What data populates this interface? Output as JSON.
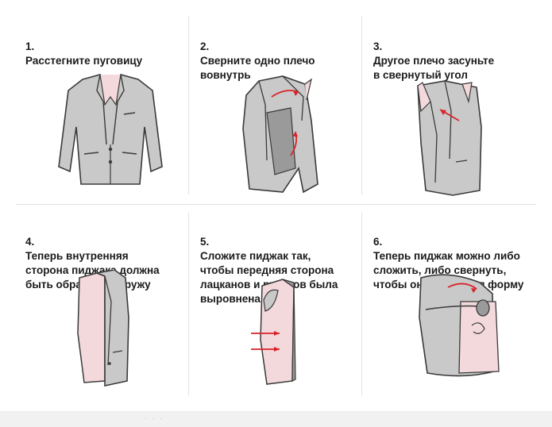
{
  "steps": [
    {
      "number": "1.",
      "text": "Расстегните пуговицу"
    },
    {
      "number": "2.",
      "text": "Сверните одно плечо\nвовнутрь"
    },
    {
      "number": "3.",
      "text": "Другое плечо засуньте\nв свернутый угол"
    },
    {
      "number": "4.",
      "text": "Теперь внутренняя\nсторона пиджака должна\nбыть обращена наружу"
    },
    {
      "number": "5.",
      "text": "Сложите пиджак так,\nчтобы передняя сторона\nлацканов и рукавов была\nвыровнена"
    },
    {
      "number": "6.",
      "text": "Теперь пиджак можно либо\nсложить, либо свернуть,\nчтобы он не потерял форму"
    }
  ],
  "footer": {
    "dots": "· · ·"
  },
  "colors": {
    "jacket_gray": "#c9c9c9",
    "outline": "#3a3a3a",
    "lining_pink": "#f3d9dc",
    "arrow_red": "#d8232a"
  }
}
